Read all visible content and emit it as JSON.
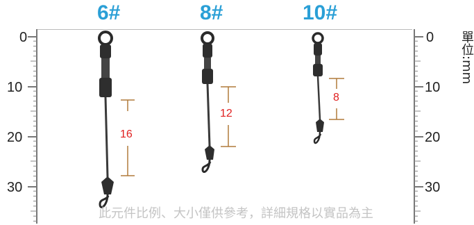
{
  "header": {
    "size_6": "6#",
    "size_8": "8#",
    "size_10": "10#"
  },
  "ruler": {
    "ticks": [
      "0",
      "10",
      "20",
      "30"
    ],
    "unit": "單位:mm"
  },
  "items": [
    {
      "size": "6#",
      "measure": "16"
    },
    {
      "size": "8#",
      "measure": "12"
    },
    {
      "size": "10#",
      "measure": "8"
    }
  ],
  "footnote": "此元件比例、大小僅供參考，詳細規格以實品為主",
  "colors": {
    "header": "#2a9fd6",
    "measure": "#e02020",
    "bracket": "#b07a3a",
    "metal": "#2a2a2a"
  }
}
